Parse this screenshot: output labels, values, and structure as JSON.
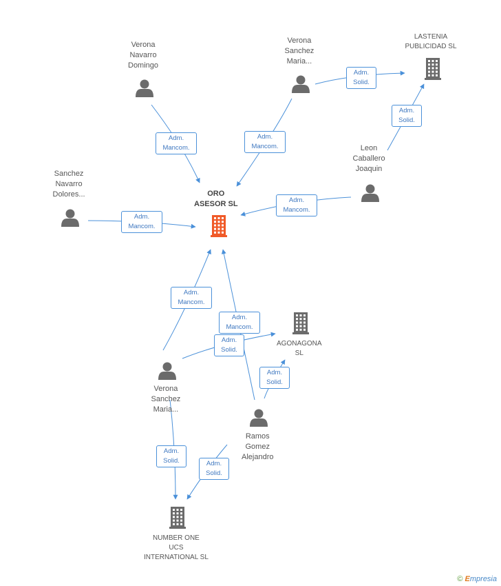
{
  "nodes": {
    "verona_nd": {
      "lines": [
        "Verona",
        "Navarro",
        "Domingo"
      ],
      "type": "person"
    },
    "verona_sm_top": {
      "lines": [
        "Verona",
        "Sanchez",
        "Maria..."
      ],
      "type": "person"
    },
    "lastenia": {
      "lines": [
        "LASTENIA",
        "PUBLICIDAD SL"
      ],
      "type": "company"
    },
    "leon": {
      "lines": [
        "Leon",
        "Caballero",
        "Joaquin"
      ],
      "type": "person"
    },
    "sanchez_nd": {
      "lines": [
        "Sanchez",
        "Navarro",
        "Dolores..."
      ],
      "type": "person"
    },
    "oro": {
      "lines": [
        "ORO",
        "ASESOR SL"
      ],
      "type": "company-main"
    },
    "agonagona": {
      "lines": [
        "AGONAGONA",
        "SL"
      ],
      "type": "company"
    },
    "verona_sm_bottom": {
      "lines": [
        "Verona",
        "Sanchez",
        "Maria..."
      ],
      "type": "person"
    },
    "ramos": {
      "lines": [
        "Ramos",
        "Gomez",
        "Alejandro"
      ],
      "type": "person"
    },
    "number_one": {
      "lines": [
        "NUMBER ONE",
        "UCS",
        "INTERNATIONAL SL"
      ],
      "type": "company"
    }
  },
  "edges": [
    {
      "from": "verona_nd",
      "to": "oro",
      "label": [
        "Adm.",
        "Mancom."
      ]
    },
    {
      "from": "verona_sm_top",
      "to": "oro",
      "label": [
        "Adm.",
        "Mancom."
      ]
    },
    {
      "from": "verona_sm_top",
      "to": "lastenia",
      "label": [
        "Adm.",
        "Solid."
      ]
    },
    {
      "from": "leon",
      "to": "lastenia",
      "label": [
        "Adm.",
        "Solid."
      ]
    },
    {
      "from": "leon",
      "to": "oro",
      "label": [
        "Adm.",
        "Mancom."
      ]
    },
    {
      "from": "sanchez_nd",
      "to": "oro",
      "label": [
        "Adm.",
        "Mancom."
      ]
    },
    {
      "from": "verona_sm_bottom",
      "to": "oro",
      "label": [
        "Adm.",
        "Mancom."
      ]
    },
    {
      "from": "ramos",
      "to": "oro",
      "label": [
        "Adm.",
        "Mancom."
      ]
    },
    {
      "from": "verona_sm_bottom",
      "to": "agonagona",
      "label": [
        "Adm.",
        "Solid."
      ]
    },
    {
      "from": "ramos",
      "to": "agonagona",
      "label": [
        "Adm.",
        "Solid."
      ]
    },
    {
      "from": "verona_sm_bottom",
      "to": "number_one",
      "label": [
        "Adm.",
        "Solid."
      ]
    },
    {
      "from": "ramos",
      "to": "number_one",
      "label": [
        "Adm.",
        "Solid."
      ]
    }
  ],
  "colors": {
    "edge": "#4a90d9",
    "person": "#6b6b6b",
    "company": "#6b6b6b",
    "main": "#f05a28"
  },
  "watermark": {
    "symbol": "©",
    "brand_initial": "E",
    "brand_rest": "mpresia"
  }
}
